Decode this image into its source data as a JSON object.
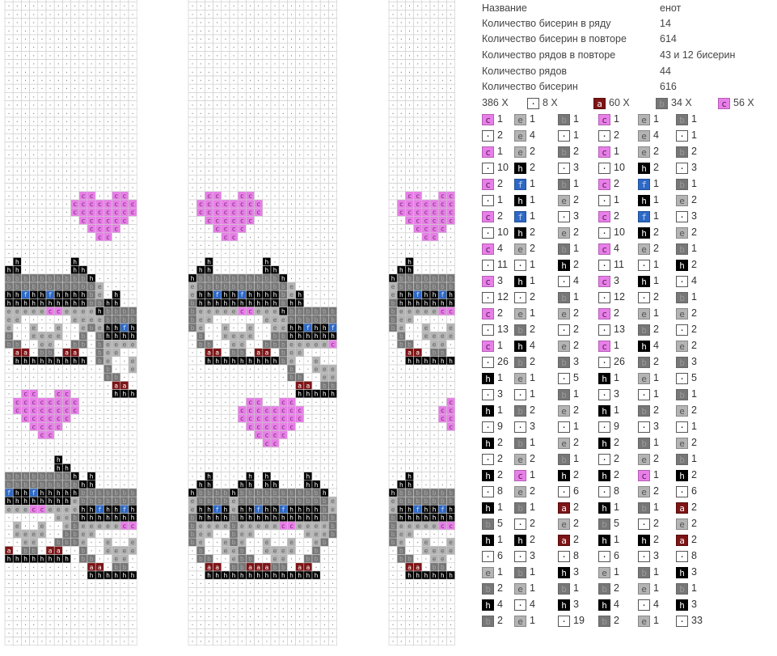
{
  "info": {
    "rows": [
      {
        "label": "Название",
        "value": "енот"
      },
      {
        "label": "Количество бисерин в ряду",
        "value": "14"
      },
      {
        "label": "Количество бисерин в повторе",
        "value": "614"
      },
      {
        "label": "Количество рядов в повторе",
        "value": "43 и 12 бисерин"
      },
      {
        "label": "Количество рядов",
        "value": "44"
      },
      {
        "label": "Количество бисерин",
        "value": "616"
      }
    ]
  },
  "legend": [
    {
      "symbol": "",
      "count": "386 X"
    },
    {
      "symbol": "·",
      "count": "8 X"
    },
    {
      "symbol": "a",
      "count": "60 X"
    },
    {
      "symbol": "b",
      "count": "34 X"
    },
    {
      "symbol": "c",
      "count": "56 X"
    }
  ],
  "colors": {
    "a": "#7d1416",
    "b": "#777777",
    "c": "#e87fe8",
    "e": "#b4b4b4",
    "f": "#2d68c4",
    "h": "#000000",
    "dot": "#ffffff",
    "grid": "#c9c9c9"
  },
  "sequence": [
    [
      [
        "c",
        "1"
      ],
      [
        "e",
        "1"
      ],
      [
        "b",
        "1"
      ],
      [
        "c",
        "1"
      ],
      [
        "e",
        "1"
      ],
      [
        "b",
        "1"
      ]
    ],
    [
      [
        "·",
        "2"
      ],
      [
        "e",
        "4"
      ],
      [
        "·",
        "1"
      ],
      [
        "·",
        "2"
      ],
      [
        "e",
        "4"
      ],
      [
        "·",
        "1"
      ]
    ],
    [
      [
        "c",
        "1"
      ],
      [
        "e",
        "2"
      ],
      [
        "b",
        "2"
      ],
      [
        "c",
        "1"
      ],
      [
        "e",
        "2"
      ],
      [
        "b",
        "2"
      ]
    ],
    [
      [
        "·",
        "10"
      ],
      [
        "h",
        "2"
      ],
      [
        "·",
        "3"
      ],
      [
        "·",
        "10"
      ],
      [
        "h",
        "2"
      ],
      [
        "·",
        "3"
      ]
    ],
    [
      [
        "c",
        "2"
      ],
      [
        "f",
        "1"
      ],
      [
        "b",
        "1"
      ],
      [
        "c",
        "2"
      ],
      [
        "f",
        "1"
      ],
      [
        "b",
        "1"
      ]
    ],
    [
      [
        "·",
        "1"
      ],
      [
        "h",
        "1"
      ],
      [
        "e",
        "2"
      ],
      [
        "·",
        "1"
      ],
      [
        "h",
        "1"
      ],
      [
        "e",
        "2"
      ]
    ],
    [
      [
        "c",
        "2"
      ],
      [
        "f",
        "1"
      ],
      [
        "·",
        "3"
      ],
      [
        "c",
        "2"
      ],
      [
        "f",
        "1"
      ],
      [
        "·",
        "3"
      ]
    ],
    [
      [
        "·",
        "10"
      ],
      [
        "h",
        "2"
      ],
      [
        "e",
        "2"
      ],
      [
        "·",
        "10"
      ],
      [
        "h",
        "2"
      ],
      [
        "e",
        "2"
      ]
    ],
    [
      [
        "c",
        "4"
      ],
      [
        "e",
        "2"
      ],
      [
        "b",
        "1"
      ],
      [
        "c",
        "4"
      ],
      [
        "e",
        "2"
      ],
      [
        "b",
        "1"
      ]
    ],
    [
      [
        "·",
        "11"
      ],
      [
        "·",
        "1"
      ],
      [
        "h",
        "2"
      ],
      [
        "·",
        "11"
      ],
      [
        "·",
        "1"
      ],
      [
        "h",
        "2"
      ]
    ],
    [
      [
        "c",
        "3"
      ],
      [
        "h",
        "1"
      ],
      [
        "·",
        "4"
      ],
      [
        "c",
        "3"
      ],
      [
        "h",
        "1"
      ],
      [
        "·",
        "4"
      ]
    ],
    [
      [
        "·",
        "12"
      ],
      [
        "·",
        "2"
      ],
      [
        "b",
        "1"
      ],
      [
        "·",
        "12"
      ],
      [
        "·",
        "2"
      ],
      [
        "b",
        "1"
      ]
    ],
    [
      [
        "c",
        "2"
      ],
      [
        "e",
        "1"
      ],
      [
        "e",
        "2"
      ],
      [
        "c",
        "2"
      ],
      [
        "e",
        "1"
      ],
      [
        "e",
        "2"
      ]
    ],
    [
      [
        "·",
        "13"
      ],
      [
        "b",
        "2"
      ],
      [
        "·",
        "2"
      ],
      [
        "·",
        "13"
      ],
      [
        "b",
        "2"
      ],
      [
        "·",
        "2"
      ]
    ],
    [
      [
        "c",
        "1"
      ],
      [
        "h",
        "4"
      ],
      [
        "e",
        "2"
      ],
      [
        "c",
        "1"
      ],
      [
        "h",
        "4"
      ],
      [
        "e",
        "2"
      ]
    ],
    [
      [
        "·",
        "26"
      ],
      [
        "b",
        "2"
      ],
      [
        "b",
        "3"
      ],
      [
        "·",
        "26"
      ],
      [
        "b",
        "2"
      ],
      [
        "b",
        "3"
      ]
    ],
    [
      [
        "h",
        "1"
      ],
      [
        "e",
        "1"
      ],
      [
        "·",
        "5"
      ],
      [
        "h",
        "1"
      ],
      [
        "e",
        "1"
      ],
      [
        "·",
        "5"
      ]
    ],
    [
      [
        "·",
        "3"
      ],
      [
        "·",
        "1"
      ],
      [
        "b",
        "1"
      ],
      [
        "·",
        "3"
      ],
      [
        "·",
        "1"
      ],
      [
        "b",
        "1"
      ]
    ],
    [
      [
        "h",
        "1"
      ],
      [
        "b",
        "2"
      ],
      [
        "e",
        "2"
      ],
      [
        "h",
        "1"
      ],
      [
        "b",
        "2"
      ],
      [
        "e",
        "2"
      ]
    ],
    [
      [
        "·",
        "9"
      ],
      [
        "·",
        "3"
      ],
      [
        "·",
        "1"
      ],
      [
        "·",
        "9"
      ],
      [
        "·",
        "3"
      ],
      [
        "·",
        "1"
      ]
    ],
    [
      [
        "h",
        "2"
      ],
      [
        "b",
        "1"
      ],
      [
        "e",
        "2"
      ],
      [
        "h",
        "2"
      ],
      [
        "b",
        "1"
      ],
      [
        "e",
        "2"
      ]
    ],
    [
      [
        "·",
        "2"
      ],
      [
        "e",
        "2"
      ],
      [
        "b",
        "1"
      ],
      [
        "·",
        "2"
      ],
      [
        "e",
        "2"
      ],
      [
        "b",
        "1"
      ]
    ],
    [
      [
        "h",
        "2"
      ],
      [
        "c",
        "1"
      ],
      [
        "h",
        "2"
      ],
      [
        "h",
        "2"
      ],
      [
        "c",
        "1"
      ],
      [
        "h",
        "2"
      ]
    ],
    [
      [
        "·",
        "8"
      ],
      [
        "e",
        "2"
      ],
      [
        "·",
        "6"
      ],
      [
        "·",
        "8"
      ],
      [
        "e",
        "2"
      ],
      [
        "·",
        "6"
      ]
    ],
    [
      [
        "h",
        "1"
      ],
      [
        "b",
        "1"
      ],
      [
        "a",
        "2"
      ],
      [
        "h",
        "1"
      ],
      [
        "b",
        "1"
      ],
      [
        "a",
        "2"
      ]
    ],
    [
      [
        "b",
        "5"
      ],
      [
        "·",
        "2"
      ],
      [
        "e",
        "2"
      ],
      [
        "b",
        "5"
      ],
      [
        "·",
        "2"
      ],
      [
        "e",
        "2"
      ]
    ],
    [
      [
        "h",
        "1"
      ],
      [
        "h",
        "2"
      ],
      [
        "a",
        "2"
      ],
      [
        "h",
        "1"
      ],
      [
        "h",
        "2"
      ],
      [
        "a",
        "2"
      ]
    ],
    [
      [
        "·",
        "6"
      ],
      [
        "·",
        "3"
      ],
      [
        "·",
        "8"
      ],
      [
        "·",
        "6"
      ],
      [
        "·",
        "3"
      ],
      [
        "·",
        "8"
      ]
    ],
    [
      [
        "e",
        "1"
      ],
      [
        "b",
        "1"
      ],
      [
        "h",
        "3"
      ],
      [
        "e",
        "1"
      ],
      [
        "b",
        "1"
      ],
      [
        "h",
        "3"
      ]
    ],
    [
      [
        "b",
        "2"
      ],
      [
        "e",
        "1"
      ],
      [
        "b",
        "1"
      ],
      [
        "b",
        "2"
      ],
      [
        "e",
        "1"
      ],
      [
        "b",
        "1"
      ]
    ],
    [
      [
        "h",
        "4"
      ],
      [
        "·",
        "4"
      ],
      [
        "h",
        "3"
      ],
      [
        "h",
        "4"
      ],
      [
        "·",
        "4"
      ],
      [
        "h",
        "3"
      ]
    ],
    [
      [
        "b",
        "2"
      ],
      [
        "e",
        "1"
      ],
      [
        "·",
        "19"
      ],
      [
        "b",
        "2"
      ],
      [
        "e",
        "1"
      ],
      [
        "·",
        "33"
      ]
    ]
  ]
}
